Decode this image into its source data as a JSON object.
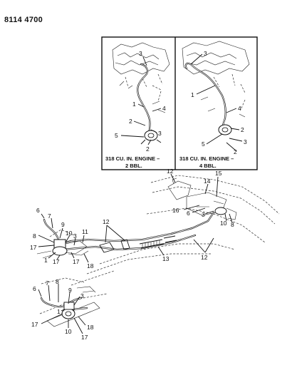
{
  "header": {
    "code": "8114 4700"
  },
  "insets": {
    "left_caption_line1": "318 CU. IN. ENGINE –",
    "left_caption_line2": "2 BBL.",
    "right_caption_line1": "318 CU. IN. ENGINE –",
    "right_caption_line2": "4 BBL."
  },
  "callouts": {
    "l_3": "3",
    "l_1": "1",
    "l_4": "4",
    "l_2a": "2",
    "l_3b": "3",
    "l_5": "5",
    "l_2b": "2",
    "r_3": "3",
    "r_1": "1",
    "r_4": "4",
    "r_2": "2",
    "r_5": "5",
    "r_3b": "3",
    "r_2b": "2",
    "m_12a": "12",
    "m_15": "15",
    "m_14": "14",
    "m_16": "16",
    "m_6b": "6",
    "m_3b": "3",
    "m_10b": "10",
    "m_8b": "8",
    "m_6": "6",
    "m_7": "7",
    "m_9": "9",
    "m_8": "8",
    "m_10": "10",
    "m_11": "11",
    "m_12b": "12",
    "m_17a": "17",
    "m_1": "1",
    "m_3": "3",
    "m_17b": "17",
    "m_17c": "17",
    "m_18": "18",
    "m_13": "13",
    "m_12c": "12",
    "b_6": "6",
    "b_7": "7",
    "b_8": "8",
    "b_9": "9",
    "b_3": "3",
    "b_1": "1",
    "b_17": "17",
    "b_10": "10",
    "b_18": "18",
    "b_17b": "17"
  }
}
